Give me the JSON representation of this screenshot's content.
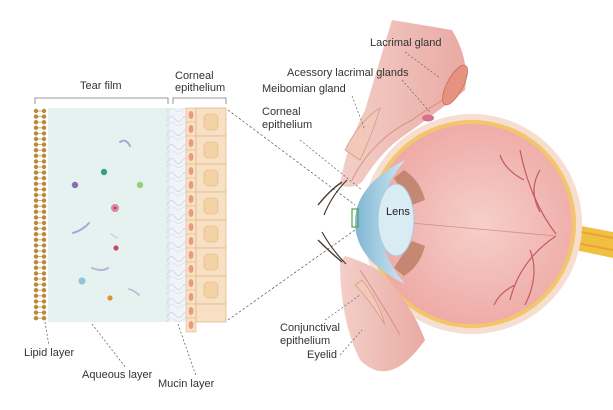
{
  "labels": {
    "tear_film": "Tear film",
    "corneal_epithelium_top": [
      "Corneal",
      "epithelium"
    ],
    "lacrimal_gland": "Lacrimal gland",
    "accessory_lacrimal_glands": "Acessory lacrimal glands",
    "meibomian_gland": "Meibomian gland",
    "corneal_epithelium_mid": [
      "Corneal",
      "epithelium"
    ],
    "lens": "Lens",
    "conjunctival_epithelium": [
      "Conjunctival",
      "epithelium"
    ],
    "eyelid": "Eyelid",
    "lipid_layer": "Lipid layer",
    "aqueous_layer": "Aqueous layer",
    "mucin_layer": "Mucin layer"
  },
  "colors": {
    "lipid": "#b98a3a",
    "aqueous": "#e6f2ef",
    "mucin": "#dde6f0",
    "epithelium_cell": "#f8e0c4",
    "nucleus": "#f3d2a5",
    "eye_tissue": "#f1b8b4",
    "sclera_line": "#f0c060",
    "cornea": "#bfe0ee",
    "lens": "#d9ebf3",
    "nerve": "#f0c040",
    "lid": "#eec0ba"
  }
}
